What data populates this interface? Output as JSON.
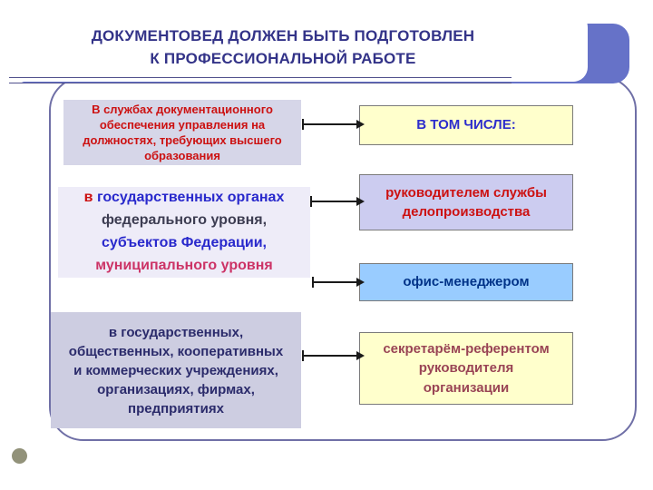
{
  "slide": {
    "title": "ДОКУМЕНТОВЕД ДОЛЖЕН БЫТЬ ПОДГОТОВЛЕН\nК ПРОФЕССИОНАЛЬНОЙ РАБОТЕ",
    "left_column": {
      "qualification_box": "В службах документационного\nобеспечения управления на\nдолжностях, требующих высшего\nобразования",
      "state_bodies_box": {
        "segments": [
          {
            "text": "в "
          },
          {
            "text": "государственных органах"
          },
          {
            "text": "федерального уровня,"
          },
          {
            "text": "субъектов Федерации,"
          },
          {
            "text": "муниципального уровня"
          }
        ]
      },
      "organizations_box": "в государственных,\nобщественных, кооперативных\nи коммерческих учреждениях,\nорганизациях, фирмах,\nпредприятиях"
    },
    "right_column": {
      "header": "В ТОМ ЧИСЛЕ:",
      "items": [
        {
          "label": "руководителем службы\nделопроизводства"
        },
        {
          "label": "офис-менеджером"
        },
        {
          "label": "секретарём-референтом\nруководителя\nорганизации"
        }
      ]
    },
    "colors": {
      "banner_blue": "#6672c8",
      "frame_border": "#6f6fa6",
      "title_text": "#333388",
      "red_text": "#cc1111",
      "blue_text": "#2929cc",
      "magenta_text": "#cc3366",
      "dark_text": "#3d3d52",
      "navy_text": "#2b2b6b",
      "yellow_box": "#ffffcc",
      "lavender_box": "#ccccf0",
      "sky_box": "#99ccff",
      "gray_box": "#d6d6e8"
    }
  }
}
